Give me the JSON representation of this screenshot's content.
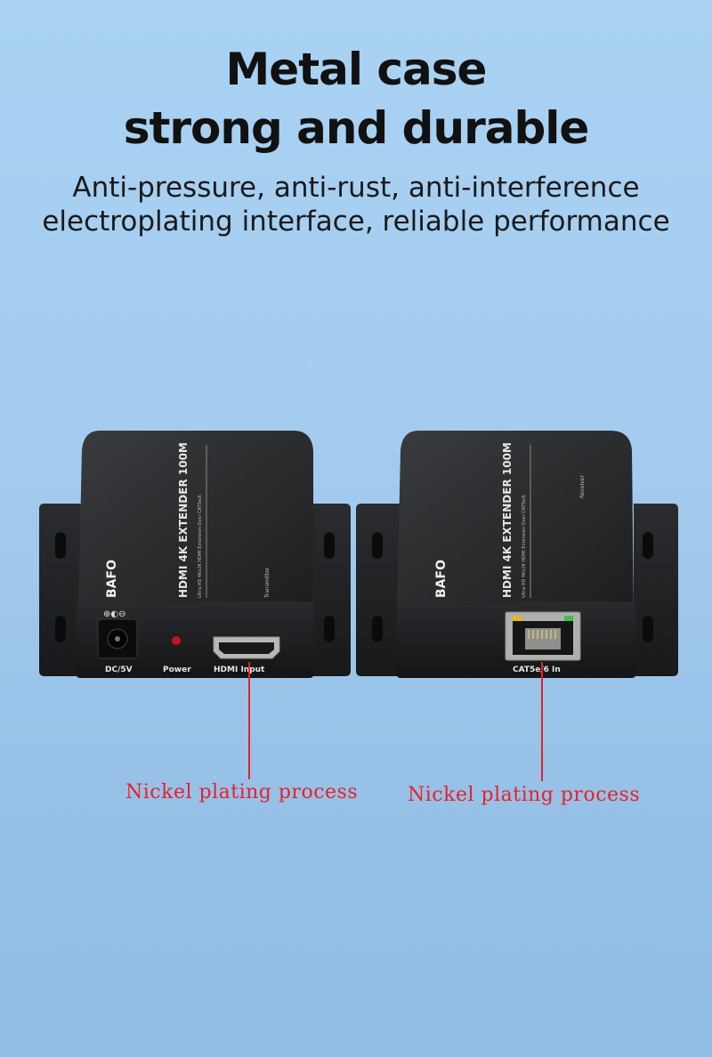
{
  "headline": {
    "line1": "Metal case",
    "line2": "strong and durable"
  },
  "subheadline": {
    "line1": "Anti-pressure, anti-rust, anti-interference",
    "line2": "electroplating interface, reliable performance"
  },
  "transmitter": {
    "brand": "BAFO",
    "product_title": "HDMI 4K EXTENDER 100M",
    "product_subtitle": "Ultra HD 4Kx2K HDMI Extension Over CAT5e/6",
    "unit_label": "Transmitter",
    "port_dc": "DC/5V",
    "port_power": "Power",
    "port_hdmi": "HDMI Input"
  },
  "receiver": {
    "brand": "BAFO",
    "product_title": "HDMI 4K EXTENDER 100M",
    "product_subtitle": "Ultra HD 4Kx2K HDMI Extension Over CAT5e/6",
    "unit_label": "Receiver",
    "port_rj45": "CAT5e/6 In"
  },
  "callouts": [
    {
      "text": "Nickel plating process"
    },
    {
      "text": "Nickel plating process"
    }
  ],
  "colors": {
    "callout": "#e8212a",
    "device_body": "#1e1f21"
  }
}
